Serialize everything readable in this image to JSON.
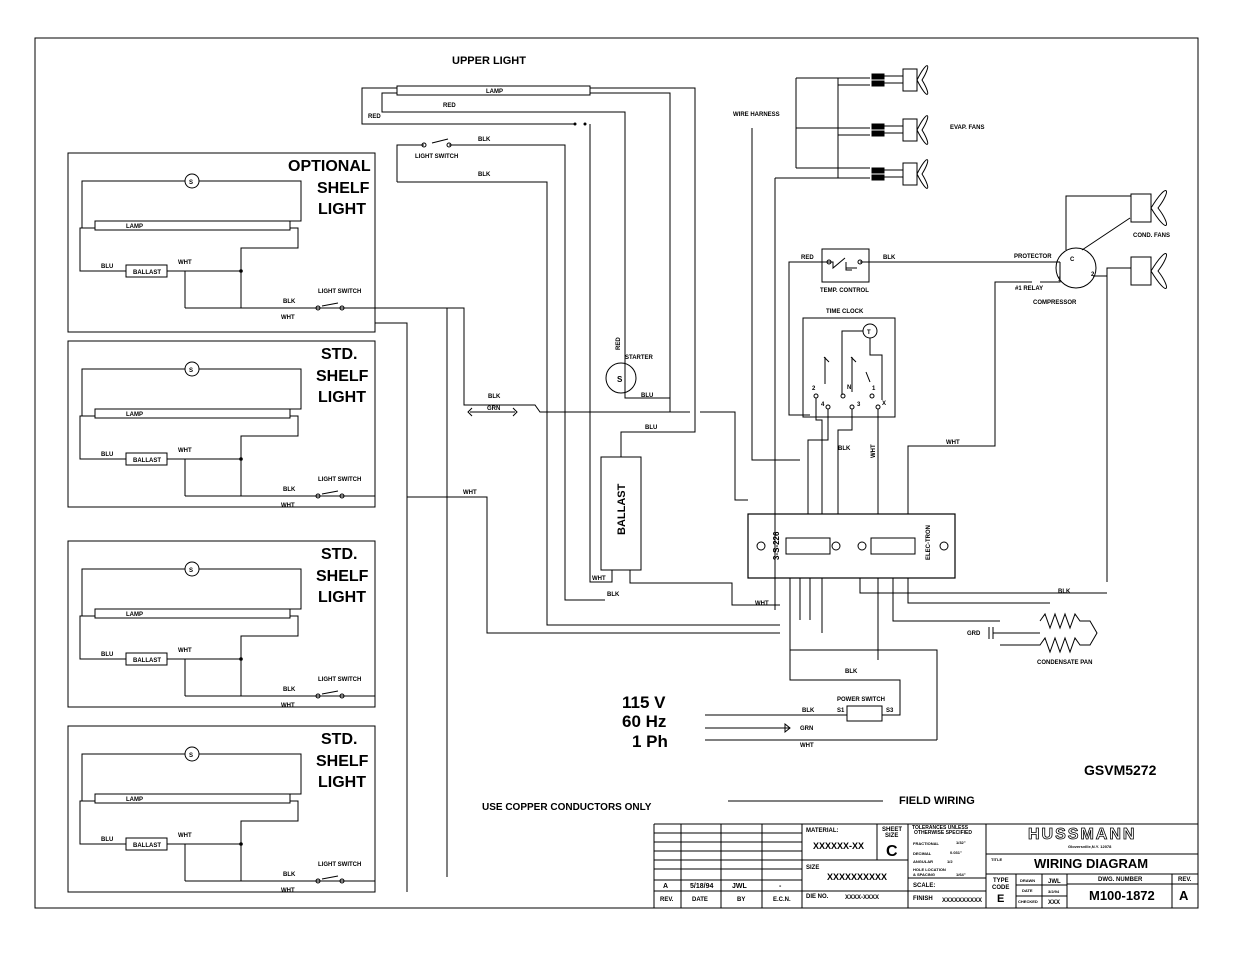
{
  "upper_light": {
    "title": "UPPER LIGHT",
    "lamp": "LAMP",
    "red1": "RED",
    "red2": "RED",
    "blk1": "BLK",
    "blk2": "BLK",
    "light_switch": "LIGHT SWITCH",
    "starter": "STARTER",
    "starter_symbol": "S",
    "red3": "RED",
    "blu": "BLU"
  },
  "shelves": [
    {
      "title1": "OPTIONAL",
      "title2": "SHELF",
      "title3": "LIGHT",
      "s": "S",
      "lamp": "LAMP",
      "blu": "BLU",
      "ballast": "BALLAST",
      "wht": "WHT",
      "blk": "BLK",
      "wht2": "WHT",
      "switch": "LIGHT SWITCH"
    },
    {
      "title1": "STD.",
      "title2": "SHELF",
      "title3": "LIGHT",
      "s": "S",
      "lamp": "LAMP",
      "blu": "BLU",
      "ballast": "BALLAST",
      "wht": "WHT",
      "blk": "BLK",
      "wht2": "WHT",
      "switch": "LIGHT SWITCH"
    },
    {
      "title1": "STD.",
      "title2": "SHELF",
      "title3": "LIGHT",
      "s": "S",
      "lamp": "LAMP",
      "blu": "BLU",
      "ballast": "BALLAST",
      "wht": "WHT",
      "blk": "BLK",
      "wht2": "WHT",
      "switch": "LIGHT SWITCH"
    },
    {
      "title1": "STD.",
      "title2": "SHELF",
      "title3": "LIGHT",
      "s": "S",
      "lamp": "LAMP",
      "blu": "BLU",
      "ballast": "BALLAST",
      "wht": "WHT",
      "blk": "BLK",
      "wht2": "WHT",
      "switch": "LIGHT SWITCH"
    }
  ],
  "mid": {
    "blk": "BLK",
    "grn": "GRN",
    "wht": "WHT",
    "ballast": "BALLAST",
    "blu": "BLU",
    "wht2": "WHT",
    "blk2": "BLK",
    "wht3": "WHT"
  },
  "right": {
    "wire_harness": "WIRE HARNESS",
    "evap_fans": "EVAP. FANS",
    "cond_fans": "COND. FANS",
    "red": "RED",
    "blk": "BLK",
    "temp_control": "TEMP. CONTROL",
    "protector": "PROTECTOR",
    "relay": "#1 RELAY",
    "compressor": "COMPRESSOR",
    "c": "C",
    "one": "1",
    "two": "2",
    "time_clock": "TIME CLOCK",
    "t": "T",
    "n": "N",
    "c2": "2",
    "c4": "4",
    "c3": "3",
    "c1": "1",
    "x": "X",
    "blk2": "BLK",
    "wht": "WHT",
    "wht2": "WHT",
    "blk3": "BLK",
    "terminal": "3-S-226",
    "electron": "ELEC-TRON",
    "grd": "GRD",
    "condensate": "CONDENSATE PAN",
    "blk4": "BLK"
  },
  "power": {
    "v": "115 V",
    "hz": "60 Hz",
    "ph": "1 Ph",
    "blk": "BLK",
    "grn": "GRN",
    "wht": "WHT",
    "switch": "POWER SWITCH",
    "s1": "S1",
    "s3": "S3"
  },
  "notes": {
    "model": "GSVM5272",
    "copper": "USE COPPER CONDUCTORS ONLY",
    "field": "FIELD WIRING"
  },
  "title_block": {
    "rev": "A",
    "date": "5/18/94",
    "by": "JWL",
    "ecn": "-",
    "h_rev": "REV.",
    "h_date": "DATE",
    "h_by": "BY",
    "h_ecn": "E.C.N.",
    "material_label": "MATERIAL:",
    "material": "XXXXXX-XX",
    "sheet_label1": "SHEET",
    "sheet_label2": "SIZE",
    "sheet": "C",
    "size_label": "SIZE",
    "size": "XXXXXXXXXX",
    "die_label": "DIE NO.",
    "die": "XXXX-XXXX",
    "tol1": "TOLERANCES UNLESS",
    "tol2": "OTHERWISE SPECIFIED",
    "frac": "FRACTIONAL",
    "frac_v": "1/32\"",
    "dec": "DECIMAL",
    "dec_v": "0.031\"",
    "ang": "ANGULAR",
    "ang_v": "1/2",
    "hole1": "HOLE LOCATION",
    "hole2": "& SPACING",
    "hole_v": "1/64\"",
    "scale": "SCALE:",
    "finish": "FINISH",
    "finish_v": "XXXXXXXXXX",
    "company": "HUSSMANN",
    "address": "Gloversville,N.Y. 12078",
    "title_label": "TITLE",
    "title": "WIRING DIAGRAM",
    "type_label1": "TYPE",
    "type_label2": "CODE",
    "type": "E",
    "drawn_l": "DRAWN",
    "drawn": "JWL",
    "date_l": "DATE",
    "date2": "3/2/94",
    "checked_l": "CHECKED",
    "checked": "XXX",
    "dwg_label": "DWG. NUMBER",
    "dwg": "M100-1872",
    "rev_label": "REV.",
    "rev2": "A"
  }
}
